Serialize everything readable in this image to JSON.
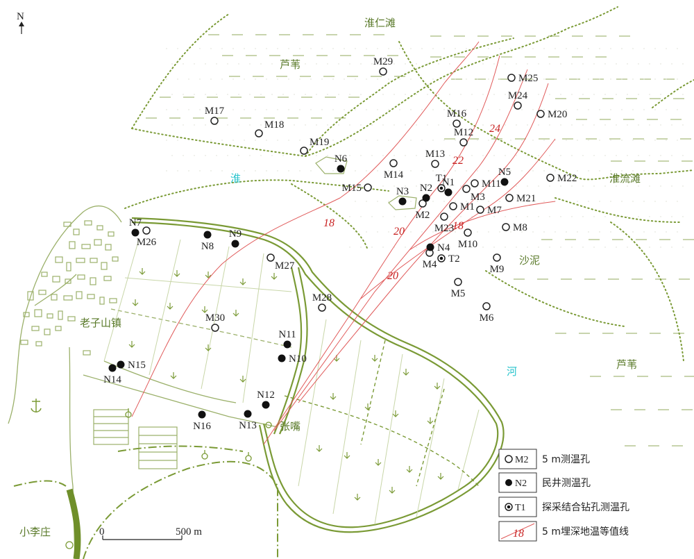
{
  "north": "N",
  "places": [
    {
      "id": "huairen",
      "text": "淮仁滩"
    },
    {
      "id": "luwei1",
      "text": "芦苇"
    },
    {
      "id": "huai",
      "text": "淮"
    },
    {
      "id": "he",
      "text": "河"
    },
    {
      "id": "huailiu",
      "text": "淮流滩"
    },
    {
      "id": "shani",
      "text": "沙泥"
    },
    {
      "id": "luwei2",
      "text": "芦苇"
    },
    {
      "id": "laozishan",
      "text": "老子山镇"
    },
    {
      "id": "zhangzui",
      "text": "张嘴"
    },
    {
      "id": "xiaoli",
      "text": "小李庄"
    }
  ],
  "m_wells": [
    "M1",
    "M2",
    "M3",
    "M4",
    "M5",
    "M6",
    "M7",
    "M8",
    "M9",
    "M10",
    "M11",
    "M12",
    "M13",
    "M14",
    "M15",
    "M16",
    "M17",
    "M18",
    "M19",
    "M20",
    "M21",
    "M22",
    "M23",
    "M24",
    "M25",
    "M26",
    "M27",
    "M28",
    "M29",
    "M30"
  ],
  "n_wells": [
    "N1",
    "N2",
    "N3",
    "N4",
    "N5",
    "N6",
    "N7",
    "N8",
    "N9",
    "N10",
    "N11",
    "N12",
    "N13",
    "N14",
    "N15",
    "N16"
  ],
  "t_wells": [
    "T1",
    "T2"
  ],
  "isotherm_labels": [
    "18",
    "18",
    "20",
    "20",
    "22",
    "24"
  ],
  "scale": {
    "start": "0",
    "end": "500 m"
  },
  "legend": [
    {
      "symbol": "M2",
      "text": "5 m测温孔"
    },
    {
      "symbol": "N2",
      "text": "民井测温孔"
    },
    {
      "symbol": "T1",
      "text": "探采结合钻孔测温孔"
    },
    {
      "symbol": "18",
      "text": "5 m埋深地温等值线"
    }
  ],
  "colors": {
    "isotherm": "#e05a5a",
    "wetland": "#7a9a35",
    "text": "#222222",
    "water_label": "#26c3cc"
  }
}
